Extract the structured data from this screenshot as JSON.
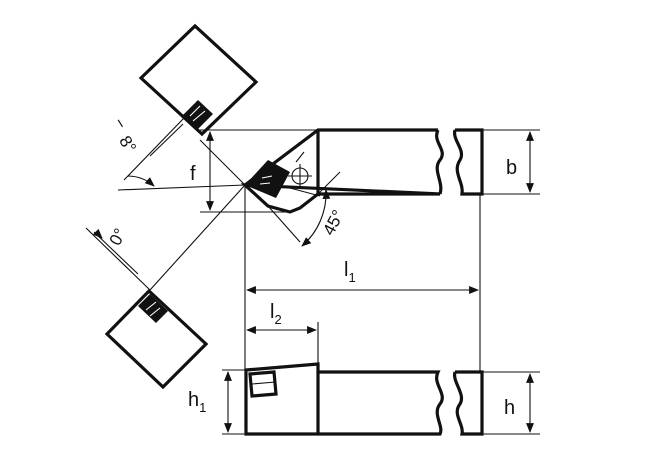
{
  "labels": {
    "b": "b",
    "f": "f",
    "h": "h",
    "h1_main": "h",
    "h1_sub": "1",
    "l1_main": "l",
    "l1_sub": "1",
    "l2_main": "l",
    "l2_sub": "2",
    "angle_45": "45°",
    "angle_8": "8°",
    "angle_0": "0°",
    "minus_8": "−"
  },
  "colors": {
    "line": "#111111",
    "background": "#ffffff"
  }
}
